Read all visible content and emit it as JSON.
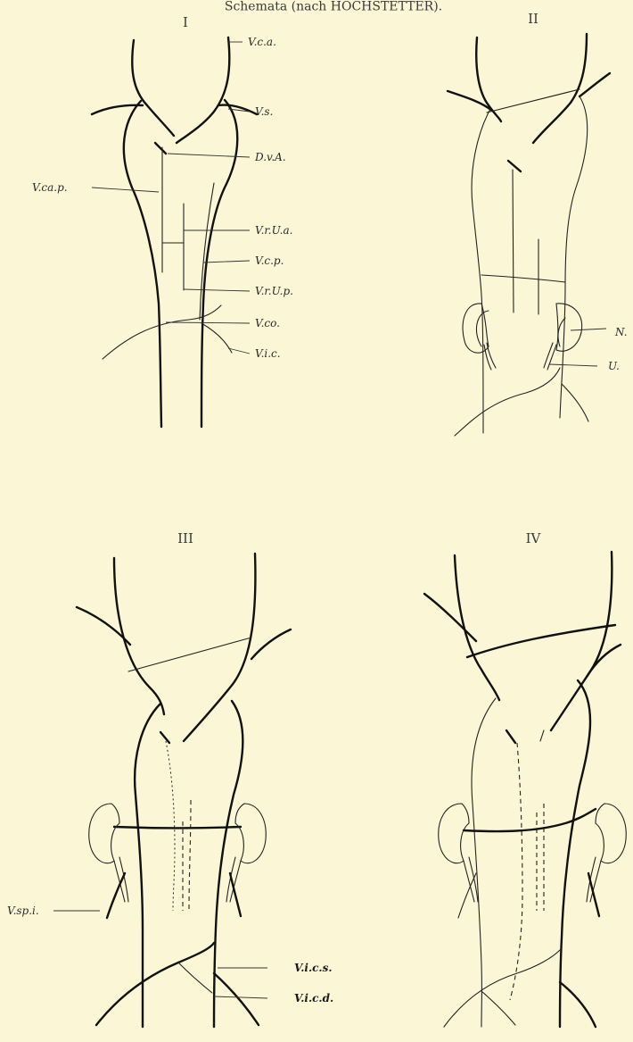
{
  "header": {
    "text": "Schemata (nach HOCHSTETTER)."
  },
  "panels": [
    {
      "numeral": "I"
    },
    {
      "numeral": "II"
    },
    {
      "numeral": "III"
    },
    {
      "numeral": "IV"
    }
  ],
  "labels": {
    "p1": {
      "vca": "V.c.a.",
      "vs": "V.s.",
      "dva": "D.v.A.",
      "vcap": "V.ca.p.",
      "vrua": "V.r.U.a.",
      "vcp": "V.c.p.",
      "vrup": "V.r.U.p.",
      "vco": "V.co.",
      "vic": "V.i.c."
    },
    "p2": {
      "n": "N.",
      "u": "U."
    },
    "p3": {
      "vspi": "V.sp.i.",
      "vics": "V.i.c.s.",
      "vicd": "V.i.c.d."
    }
  }
}
